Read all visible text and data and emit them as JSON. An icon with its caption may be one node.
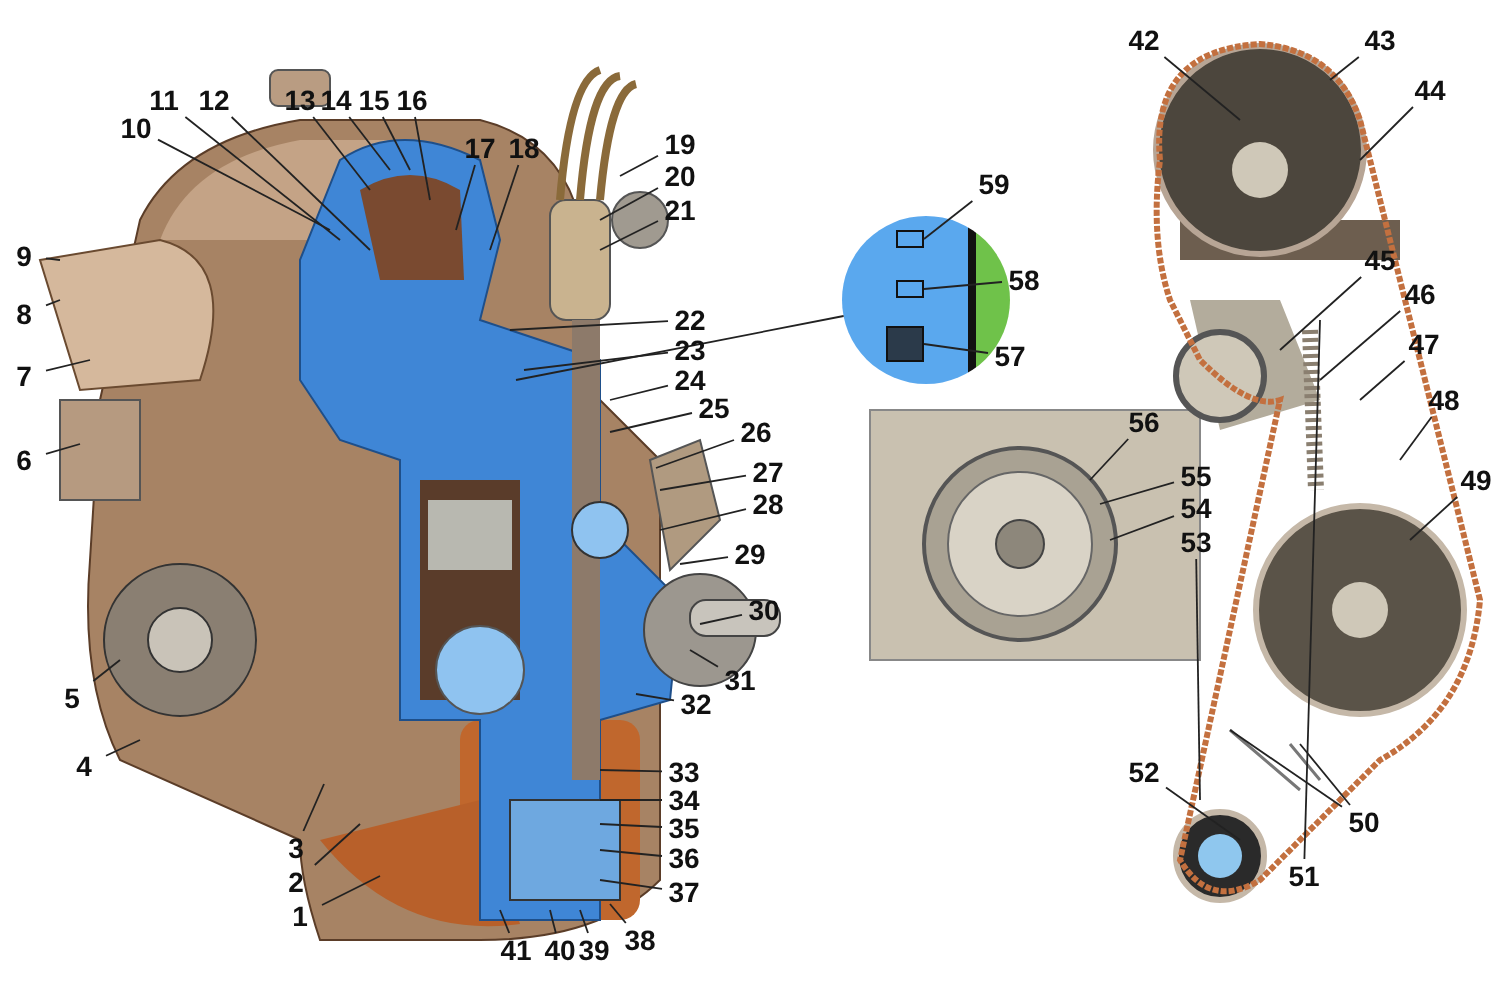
{
  "diagram": {
    "nodes": [
      {
        "text": [
          "1"
        ]
      },
      {
        "text": [
          "2"
        ]
      },
      {
        "text": [
          "3"
        ]
      },
      {
        "text": [
          "4"
        ]
      },
      {
        "text": [
          "5"
        ]
      },
      {
        "text": [
          "6"
        ]
      },
      {
        "text": [
          "7"
        ]
      },
      {
        "text": [
          "8"
        ]
      },
      {
        "text": [
          "9"
        ]
      },
      {
        "text": [
          "10"
        ]
      },
      {
        "text": [
          "11"
        ]
      },
      {
        "text": [
          "12"
        ]
      },
      {
        "text": [
          "13"
        ]
      },
      {
        "text": [
          "14"
        ]
      },
      {
        "text": [
          "15"
        ]
      },
      {
        "text": [
          "16"
        ]
      },
      {
        "text": [
          "17"
        ]
      },
      {
        "text": [
          "18"
        ]
      },
      {
        "text": [
          "19"
        ]
      },
      {
        "text": [
          "20"
        ]
      },
      {
        "text": [
          "21"
        ]
      },
      {
        "text": [
          "22"
        ]
      },
      {
        "text": [
          "23"
        ]
      },
      {
        "text": [
          "24"
        ]
      },
      {
        "text": [
          "25"
        ]
      },
      {
        "text": [
          "26"
        ]
      },
      {
        "text": [
          "27"
        ]
      },
      {
        "text": [
          "28"
        ]
      },
      {
        "text": [
          "29"
        ]
      },
      {
        "text": [
          "30"
        ]
      },
      {
        "text": [
          "31"
        ]
      },
      {
        "text": [
          "32"
        ]
      },
      {
        "text": [
          "33"
        ]
      },
      {
        "text": [
          "34"
        ]
      },
      {
        "text": [
          "35"
        ]
      },
      {
        "text": [
          "36"
        ]
      },
      {
        "text": [
          "37"
        ]
      },
      {
        "text": [
          "38"
        ]
      },
      {
        "text": [
          "39"
        ]
      },
      {
        "text": [
          "40"
        ]
      },
      {
        "text": [
          "41"
        ]
      },
      {
        "text": [
          "42"
        ]
      },
      {
        "text": [
          "43"
        ]
      },
      {
        "text": [
          "44"
        ]
      },
      {
        "text": [
          "45"
        ]
      },
      {
        "text": [
          "46"
        ]
      },
      {
        "text": [
          "47"
        ]
      },
      {
        "text": [
          "48"
        ]
      },
      {
        "text": [
          "49"
        ]
      },
      {
        "text": [
          "50"
        ]
      },
      {
        "text": [
          "51"
        ]
      },
      {
        "text": [
          "52"
        ]
      },
      {
        "text": [
          "53"
        ]
      },
      {
        "text": [
          "54"
        ]
      },
      {
        "text": [
          "55"
        ]
      },
      {
        "text": [
          "56"
        ]
      },
      {
        "text": [
          "57"
        ]
      },
      {
        "text": [
          "58"
        ]
      },
      {
        "text": [
          "59"
        ]
      },
      {
        "text": [],
        "shape": "circle"
      },
      {
        "text": [],
        "shape": "box",
        "in": 59
      },
      {
        "text": [],
        "shape": "box",
        "in": 59
      },
      {
        "text": [],
        "shape": "box",
        "in": 59
      }
    ],
    "edges": [
      {
        "from": 0,
        "to": null,
        "arrow": "none"
      },
      {
        "from": 1,
        "to": null,
        "arrow": "none"
      },
      {
        "from": 2,
        "to": null,
        "arrow": "none"
      },
      {
        "from": 3,
        "to": null,
        "arrow": "none"
      },
      {
        "from": 4,
        "to": null,
        "arrow": "none"
      },
      {
        "from": 5,
        "to": null,
        "arrow": "none"
      },
      {
        "from": 6,
        "to": null,
        "arrow": "none"
      },
      {
        "from": 7,
        "to": null,
        "arrow": "none"
      },
      {
        "from": 8,
        "to": null,
        "arrow": "none"
      },
      {
        "from": 9,
        "to": null,
        "arrow": "none"
      },
      {
        "from": 10,
        "to": null,
        "arrow": "none"
      },
      {
        "from": 11,
        "to": null,
        "arrow": "none"
      },
      {
        "from": 12,
        "to": null,
        "arrow": "none"
      },
      {
        "from": 13,
        "to": null,
        "arrow": "none"
      },
      {
        "from": 14,
        "to": null,
        "arrow": "none"
      },
      {
        "from": 15,
        "to": null,
        "arrow": "none"
      },
      {
        "from": 16,
        "to": null,
        "arrow": "none"
      },
      {
        "from": 17,
        "to": null,
        "arrow": "none"
      },
      {
        "from": 18,
        "to": null,
        "arrow": "none"
      },
      {
        "from": 19,
        "to": null,
        "arrow": "none"
      },
      {
        "from": 20,
        "to": null,
        "arrow": "none"
      },
      {
        "from": 21,
        "to": null,
        "arrow": "none"
      },
      {
        "from": 22,
        "to": null,
        "arrow": "none"
      },
      {
        "from": 23,
        "to": null,
        "arrow": "none"
      },
      {
        "from": 24,
        "to": null,
        "arrow": "none"
      },
      {
        "from": 25,
        "to": null,
        "arrow": "none"
      },
      {
        "from": 26,
        "to": null,
        "arrow": "none"
      },
      {
        "from": 27,
        "to": null,
        "arrow": "none"
      },
      {
        "from": 28,
        "to": null,
        "arrow": "none"
      },
      {
        "from": 29,
        "to": null,
        "arrow": "none"
      },
      {
        "from": 30,
        "to": null,
        "arrow": "none"
      },
      {
        "from": 31,
        "to": null,
        "arrow": "none"
      },
      {
        "from": 32,
        "to": null,
        "arrow": "none"
      },
      {
        "from": 33,
        "to": null,
        "arrow": "none"
      },
      {
        "from": 34,
        "to": null,
        "arrow": "none"
      },
      {
        "from": 35,
        "to": null,
        "arrow": "none"
      },
      {
        "from": 36,
        "to": null,
        "arrow": "none"
      },
      {
        "from": 37,
        "to": null,
        "arrow": "none"
      },
      {
        "from": 38,
        "to": null,
        "arrow": "none"
      },
      {
        "from": 39,
        "to": null,
        "arrow": "none"
      },
      {
        "from": 40,
        "to": null,
        "arrow": "none"
      },
      {
        "from": 41,
        "to": null,
        "arrow": "none"
      },
      {
        "from": 42,
        "to": null,
        "arrow": "none"
      },
      {
        "from": 43,
        "to": null,
        "arrow": "none"
      },
      {
        "from": 44,
        "to": null,
        "arrow": "none"
      },
      {
        "from": 45,
        "to": null,
        "arrow": "none"
      },
      {
        "from": 46,
        "to": null,
        "arrow": "none"
      },
      {
        "from": 47,
        "to": null,
        "arrow": "none"
      },
      {
        "from": 48,
        "to": null,
        "arrow": "none"
      },
      {
        "from": 49,
        "to": null,
        "arrow": "none"
      },
      {
        "from": 49,
        "to": null,
        "arrow": "none"
      },
      {
        "from": 50,
        "to": null,
        "arrow": "none"
      },
      {
        "from": 51,
        "to": null,
        "arrow": "none"
      },
      {
        "from": 52,
        "to": null,
        "arrow": "none"
      },
      {
        "from": 53,
        "to": null,
        "arrow": "none"
      },
      {
        "from": 54,
        "to": null,
        "arrow": "none"
      },
      {
        "from": 55,
        "to": null,
        "arrow": "none"
      },
      {
        "from": 56,
        "to": 62,
        "arrow": "none"
      },
      {
        "from": 57,
        "to": 61,
        "arrow": "none"
      },
      {
        "from": 58,
        "to": 60,
        "arrow": "none"
      },
      {
        "from": 59,
        "to": null,
        "arrow": "none"
      }
    ]
  }
}
